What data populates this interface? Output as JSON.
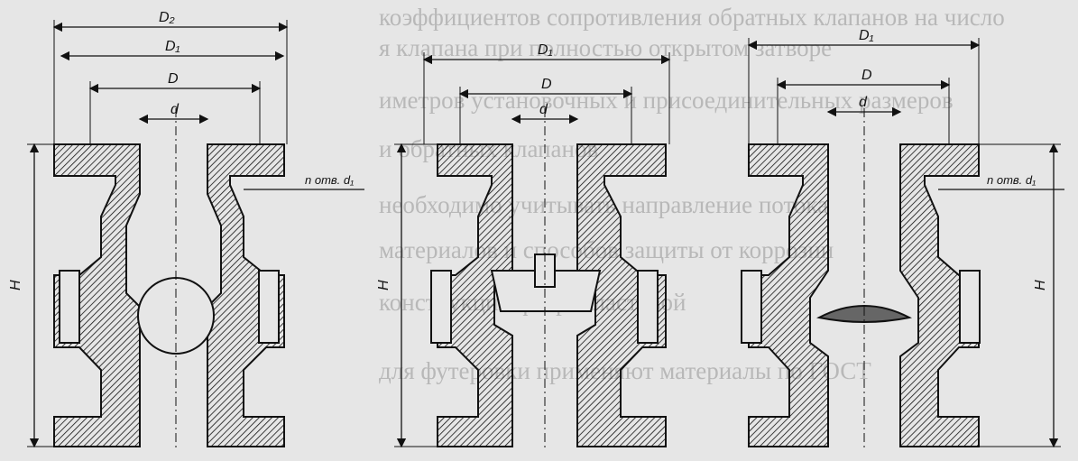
{
  "background_text": [
    "коэффициентов сопротивления обратных клапанов на число",
    "я клапана при полностью открытом затворе",
    "иметров установочных и присоединительных размеров",
    "и обратных клапанов",
    "необходимо учитывать направление потока",
    "материалов и способов защиты от коррозии",
    "конструкций фторопластовой",
    "для футеровки применяют материалы по ГОСТ"
  ],
  "valves": [
    {
      "type": "ball",
      "labels": {
        "overall_flange": "D₂",
        "flange": "D₁",
        "bolt_circle": "D",
        "bore": "d",
        "height": "H",
        "holes": "n отв. d₁"
      }
    },
    {
      "type": "lift",
      "labels": {
        "flange": "D₁",
        "bolt_circle": "D",
        "bore": "d",
        "height": "H"
      }
    },
    {
      "type": "disc",
      "labels": {
        "flange": "D₁",
        "bolt_circle": "D",
        "bore": "d",
        "height": "H",
        "holes": "n отв. d₁"
      }
    }
  ],
  "colors": {
    "ink": "#111111",
    "paper": "#e6e6e6",
    "ghost_text": "#b8b8b8"
  }
}
